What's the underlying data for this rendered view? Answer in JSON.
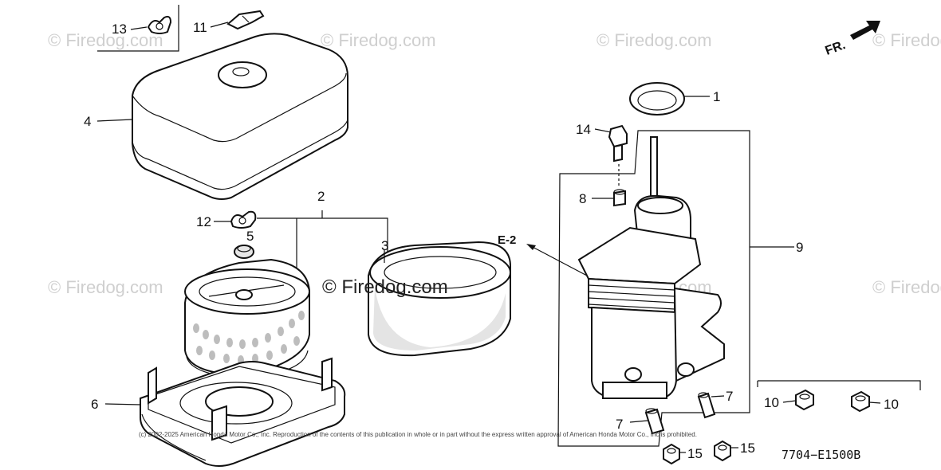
{
  "watermark": "© Firedog.com",
  "center_watermark": "© Firedog.com",
  "direction_label": "FR.",
  "reference_code": "E-2",
  "drawing_number": "7704−E1500B",
  "copyright": "(c) 2002-2025 American Honda Motor Co., Inc. Reproduction of the contents of this publication in whole or in part without the express written approval of American Honda Motor Co., Inc is prohibited.",
  "callouts": {
    "c1": "1",
    "c2": "2",
    "c3": "3",
    "c4": "4",
    "c5": "5",
    "c6": "6",
    "c7a": "7",
    "c7b": "7",
    "c8": "8",
    "c9": "9",
    "c10a": "10",
    "c10b": "10",
    "c11": "11",
    "c12": "12",
    "c13": "13",
    "c14": "14",
    "c15a": "15",
    "c15b": "15"
  }
}
